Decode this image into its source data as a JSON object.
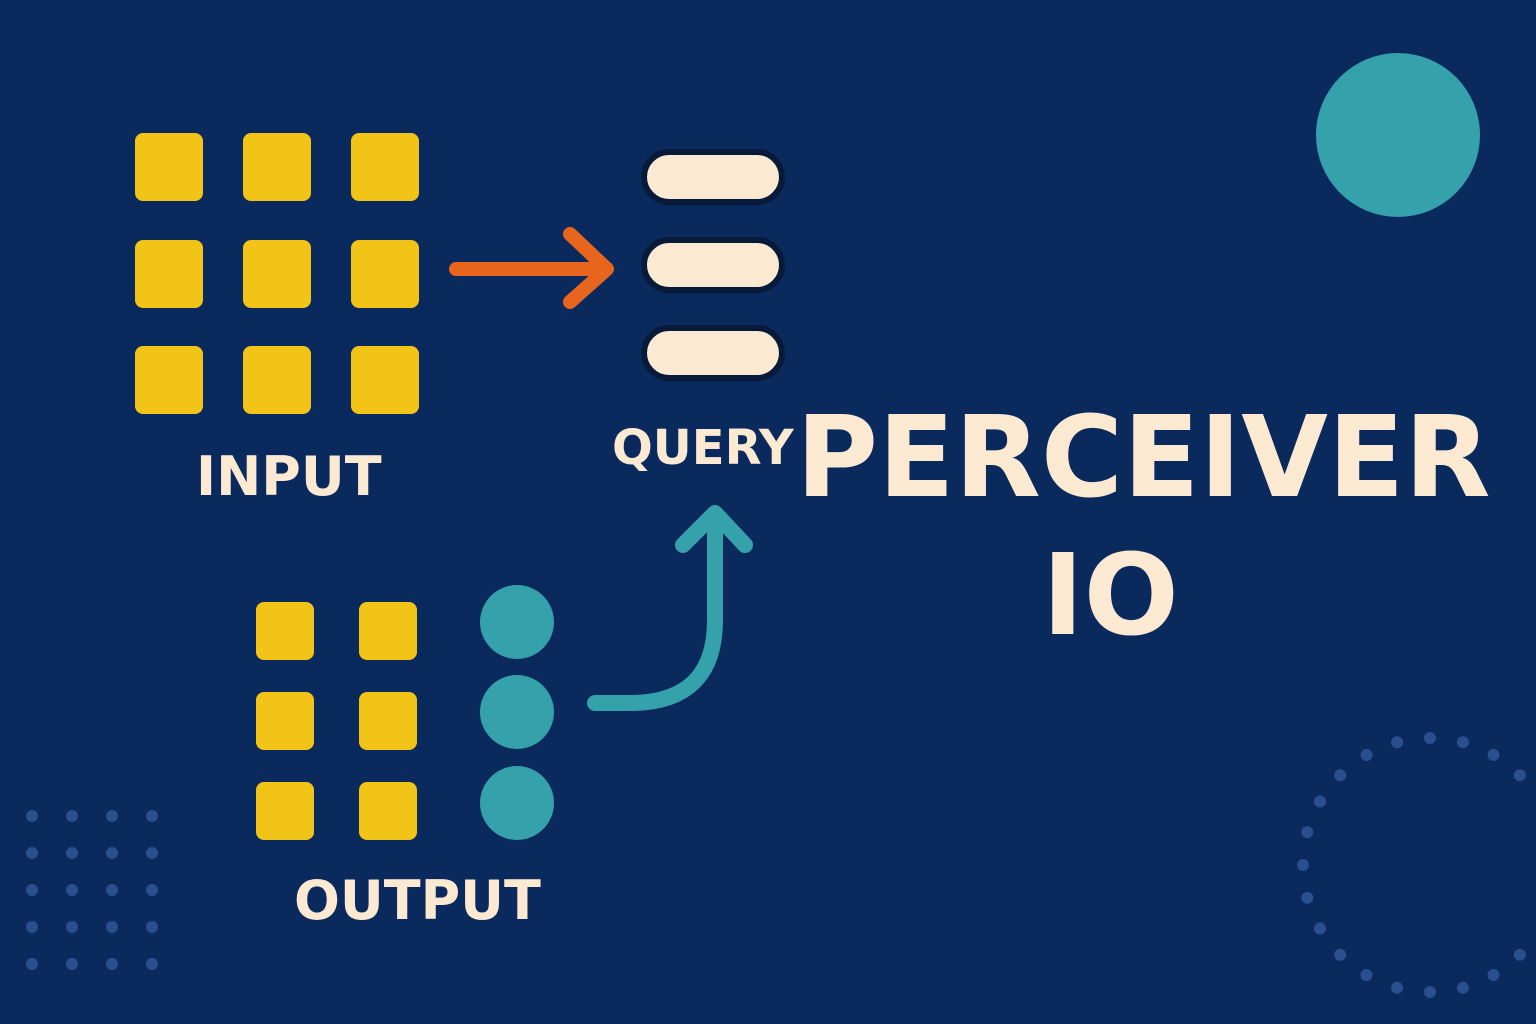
{
  "labels": {
    "input": "INPUT",
    "output": "OUTPUT",
    "query": "QUERY",
    "title_line1": "PERCEIVER",
    "title_line2": "IO"
  },
  "colors": {
    "background": "#0a2a5e",
    "input_square": "#f2c417",
    "teal": "#35a1ab",
    "query_pill": "#fbe9d2",
    "arrow_orange": "#e8651d",
    "text": "#fbe9d2",
    "dots": "#2a4f8e"
  },
  "diagram": {
    "input_grid": {
      "rows": 3,
      "cols": 3
    },
    "output_grid": {
      "rows": 3,
      "square_cols": 2,
      "circle_cols": 1
    },
    "query_pills": 3
  }
}
